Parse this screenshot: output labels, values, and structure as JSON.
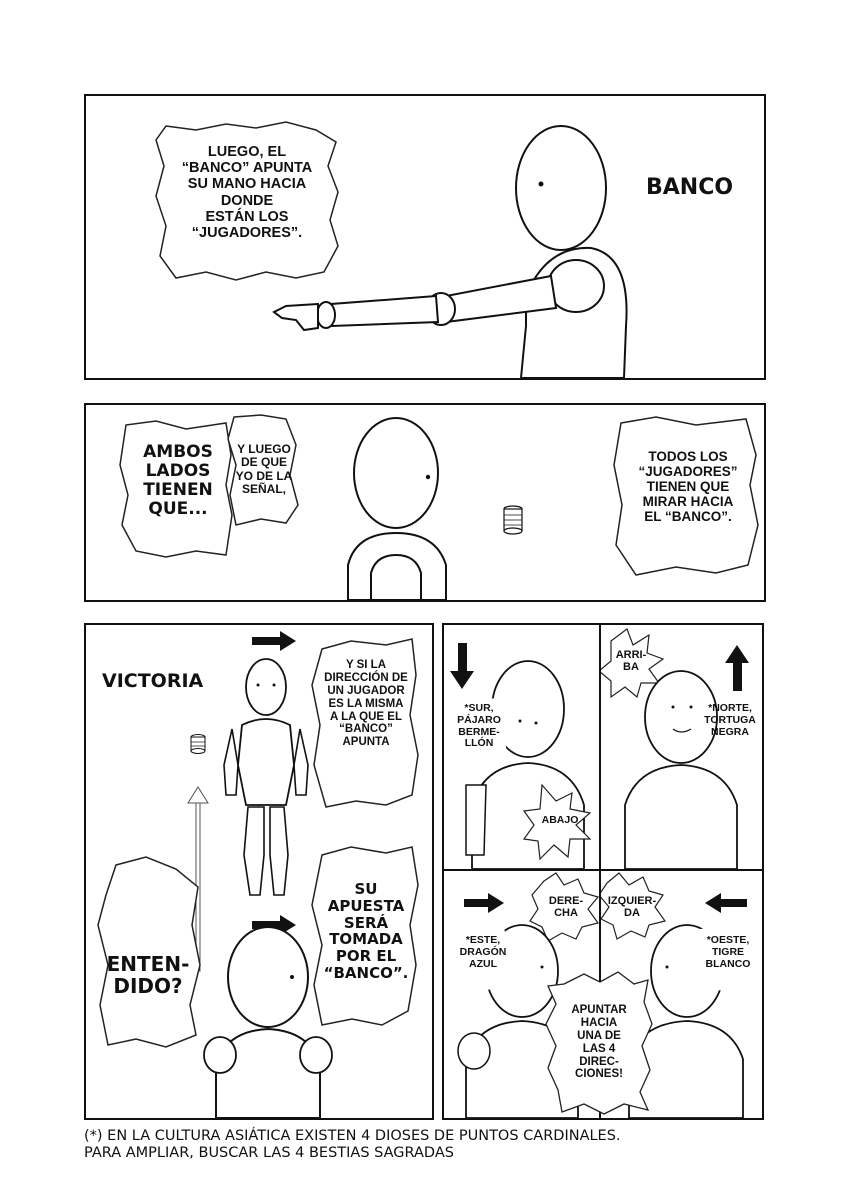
{
  "panel1": {
    "bubble_lines": [
      "LUEGO, EL",
      "“BANCO” APUNTA",
      "SU MANO HACIA",
      "DONDE",
      "ESTÁN LOS",
      "“JUGADORES”."
    ],
    "label": "BANCO"
  },
  "panel2": {
    "bubble_left_lines": [
      "AMBOS",
      "LADOS",
      "TIENEN",
      "QUE..."
    ],
    "bubble_middle_lines": [
      "Y LUEGO",
      "DE QUE",
      "YO DE LA",
      "SEÑAL,"
    ],
    "bubble_right_lines": [
      "TODOS LOS",
      "“JUGADORES”",
      "TIENEN QUE",
      "MIRAR HACIA",
      "EL “BANCO”."
    ]
  },
  "panel3": {
    "label": "VICTORIA",
    "bubble_top_lines": [
      "Y SI LA",
      "DIRECCIÓN DE",
      "UN JUGADOR",
      "ES LA MISMA",
      "A LA QUE EL",
      "“BANCO”",
      "APUNTA"
    ],
    "bubble_bottom_lines": [
      "SU",
      "APUESTA",
      "SERÁ",
      "TOMADA",
      "POR EL",
      "“BANCO”."
    ],
    "bubble_left_lines": [
      "ENTEN-",
      "DIDO?"
    ]
  },
  "panel4": {
    "note_lines": [
      "*SUR,",
      "PÁJARO",
      "BERME-",
      "LLÓN"
    ],
    "burst": "ABAJO"
  },
  "panel5": {
    "burst_lines": [
      "ARRI-",
      "BA"
    ],
    "note_lines": [
      "*NORTE,",
      "TORTUGA",
      "NEGRA"
    ]
  },
  "panel6": {
    "burst_lines": [
      "DERE-",
      "CHA"
    ],
    "note_lines": [
      "*ESTE,",
      "DRAGÓN",
      "AZUL"
    ]
  },
  "panel7": {
    "burst_lines": [
      "IZQUIER-",
      "DA"
    ],
    "note_lines": [
      "*OESTE,",
      "TIGRE",
      "BLANCO"
    ]
  },
  "center_burst_lines": [
    "APUNTAR",
    "HACIA",
    "UNA DE",
    "LAS 4",
    "DIREC-",
    "CIONES!"
  ],
  "footnote_lines": [
    "(*) EN LA CULTURA ASIÁTICA EXISTEN 4 DIOSES DE PUNTOS CARDINALES.",
    "PARA AMPLIAR, BUSCAR LAS 4 BESTIAS SAGRADAS"
  ]
}
